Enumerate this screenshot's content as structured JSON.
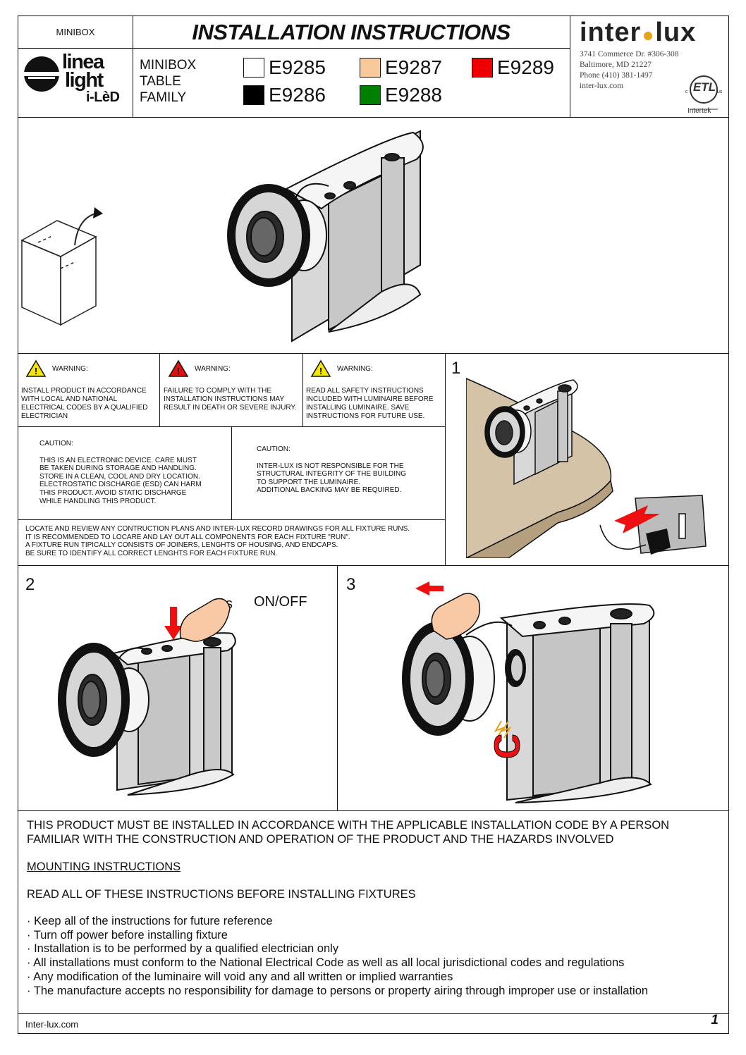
{
  "header": {
    "model": "MINIBOX",
    "title": "INSTALLATION INSTRUCTIONS",
    "family_lines": [
      "MINIBOX",
      "TABLE",
      "FAMILY"
    ],
    "swatches": [
      {
        "code": "E9285",
        "color": "#ffffff"
      },
      {
        "code": "E9287",
        "color": "#f9c99a"
      },
      {
        "code": "E9289",
        "color": "#ee0000"
      },
      {
        "code": "E9286",
        "color": "#000000"
      },
      {
        "code": "E9288",
        "color": "#008000"
      }
    ]
  },
  "logo_left": {
    "line1": "linea",
    "line2": "light",
    "line3": "i-LèD"
  },
  "brand": {
    "name_a": "inter",
    "name_b": "lux",
    "accent_color": "#e8a21a",
    "address": [
      "3741 Commerce Dr. #306-308",
      "Baltimore, MD 21227",
      "Phone (410) 381-1497",
      "inter-lux.com"
    ],
    "cert_mark": "ETL",
    "cert_c": "c",
    "cert_us": "us",
    "cert_name": "Intertek"
  },
  "warnings": [
    {
      "head": "WARNING:",
      "text": "INSTALL PRODUCT IN ACCORDANCE WITH LOCAL AND NATIONAL ELECTRICAL CODES BY A QUALIFIED ELECTRICIAN",
      "color": "#f5e600"
    },
    {
      "head": "WARNING:",
      "text": "FAILURE TO COMPLY WITH THE INSTALLATION INSTRUCTIONS MAY RESULT IN DEATH OR SEVERE INJURY.",
      "color": "#e01010"
    },
    {
      "head": "WARNING:",
      "text": "READ ALL SAFETY INSTRUCTIONS INCLUDED WITH LUMINAIRE BEFORE INSTALLING LUMINAIRE. SAVE INSTRUCTIONS FOR FUTURE USE.",
      "color": "#f5e600"
    }
  ],
  "cautions": [
    {
      "head": "CAUTION:",
      "lines": [
        "THIS IS AN ELECTRONIC DEVICE. CARE MUST",
        "BE TAKEN DURING STORAGE AND HANDLING.",
        "STORE IN A CLEAN, COOL AND DRY LOCATION.",
        "ELECTROSTATIC DISCHARGE (ESD) CAN HARM",
        "THIS PRODUCT. AVOID STATIC DISCHARGE",
        "WHILE HANDLING THIS PRODUCT."
      ]
    },
    {
      "head": "CAUTION:",
      "lines": [
        "INTER-LUX IS NOT RESPONSIBLE FOR THE",
        "STRUCTURAL INTEGRITY OF THE BUILDING",
        "TO SUPPORT THE LUMINAIRE.",
        "ADDITIONAL BACKING MAY BE REQUIRED."
      ]
    }
  ],
  "note_lines": [
    "LOCATE AND REVIEW ANY CONTRUCTION PLANS AND INTER-LUX RECORD DRAWINGS FOR ALL FIXTURE RUNS.",
    "IT IS RECOMMENDED TO LOCARE AND LAY OUT ALL COMPONENTS FOR EACH FIXTURE \"RUN\".",
    "A FIXTURE RUN TIPICALLY CONSISTS OF JOINERS, LENGHTS OF HOUSING, AND ENDCAPS.",
    "BE SURE TO IDENTIFY ALL CORRECT LENGHTS FOR EACH FIXTURE RUN."
  ],
  "steps": {
    "s1": "1",
    "s2": "2",
    "s3": "3",
    "press_time": "1s",
    "onoff": "ON/OFF"
  },
  "body": {
    "intro": "THIS PRODUCT MUST BE INSTALLED IN ACCORDANCE WITH THE APPLICABLE INSTALLATION CODE BY A PERSON FAMILIAR WITH THE CONSTRUCTION AND OPERATION OF THE PRODUCT AND THE HAZARDS INVOLVED",
    "mounting_title": "MOUNTING INSTRUCTIONS",
    "read_all": "READ ALL OF THESE INSTRUCTIONS BEFORE INSTALLING FIXTURES",
    "bullets": [
      "· Keep all of the instructions for future reference",
      "· Turn off power before installing fixture",
      "· Installation is to be performed by a qualified electrician only",
      "· All installations must conform to the National Electrical Code as well as all local jurisdictional codes and regulations",
      "· Any modification of the luminaire will void any and all written or implied warranties",
      "· The manufacture accepts no responsibility for damage to persons or property airing through improper use or installation"
    ]
  },
  "footer": {
    "site": "Inter-lux.com",
    "page": "1"
  }
}
